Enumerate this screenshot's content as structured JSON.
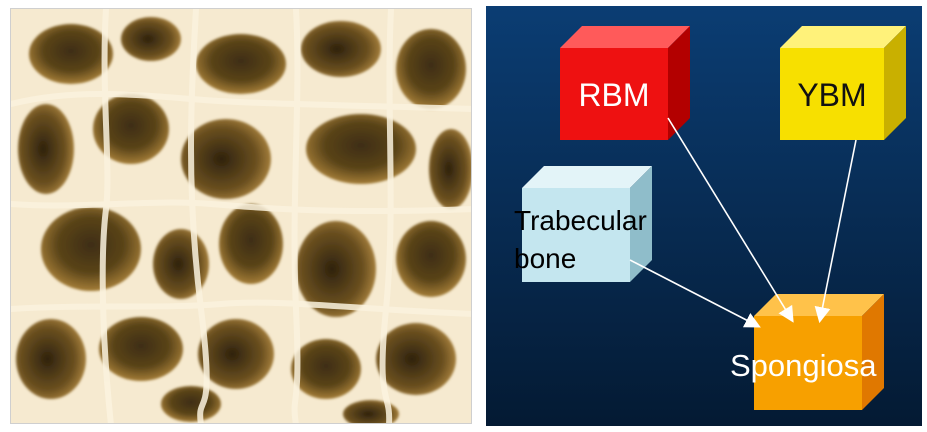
{
  "left_image": {
    "description_icon": "trabecular-bone-texture-icon"
  },
  "diagram": {
    "nodes": [
      {
        "id": "rbm",
        "label": "RBM",
        "color": "#ee1111"
      },
      {
        "id": "ybm",
        "label": "YBM",
        "color": "#f7e000"
      },
      {
        "id": "trabecular",
        "label_line1": "Trabecular",
        "label_line2": "bone",
        "color": "#c4e6ef"
      },
      {
        "id": "spongiosa",
        "label": "Spongiosa",
        "color": "#f7a000"
      }
    ],
    "edges": [
      {
        "from": "rbm",
        "to": "spongiosa"
      },
      {
        "from": "ybm",
        "to": "spongiosa"
      },
      {
        "from": "trabecular",
        "to": "spongiosa"
      }
    ],
    "background_top": "#0b3d73",
    "background_bottom": "#051a33"
  }
}
